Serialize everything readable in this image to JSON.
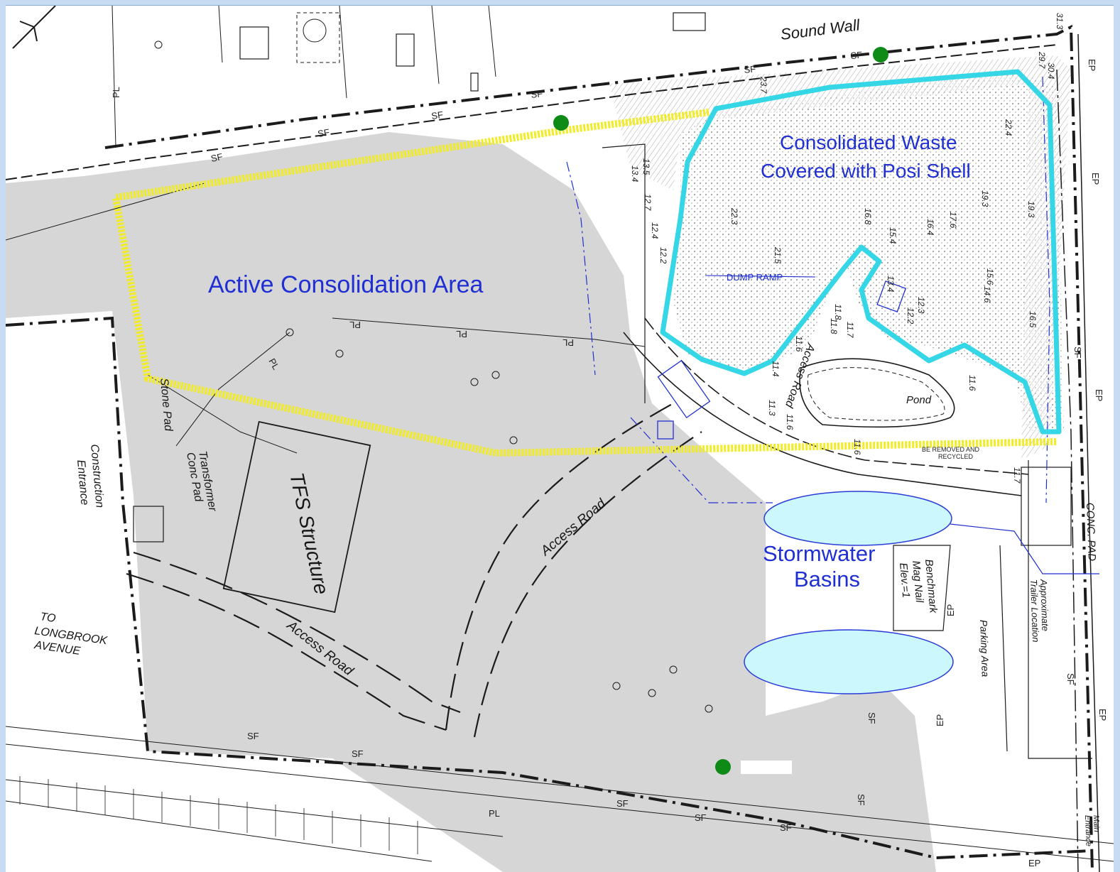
{
  "labels": {
    "sound_wall": "Sound Wall",
    "consolidated_waste_1": "Consolidated Waste",
    "consolidated_waste_2": "Covered with Posi Shell",
    "active_area": "Active Consolidation Area",
    "dump_ramp": "DUMP RAMP",
    "access_road_1": "Access Road",
    "access_road_2": "Access Road",
    "access_road_3": "Access Road",
    "tfs_structure": "TFS Structure",
    "transformer_1": "Transformer",
    "transformer_2": "Conc Pad",
    "stone_pad": "Stone Pad",
    "construction_1": "Construction",
    "construction_2": "Entrance",
    "to_longbrook_1": "TO",
    "to_longbrook_2": "LONGBROOK",
    "to_longbrook_3": "AVENUE",
    "stormwater_1": "Stormwater",
    "stormwater_2": "Basins",
    "pond": "Pond",
    "benchmark_1": "Benchmark",
    "benchmark_2": "Mag Nail",
    "benchmark_3": "Elev.=1",
    "parking_area": "Parking Area",
    "trailer_1": "Approximate",
    "trailer_2": "Trailer Location",
    "conc_pad": "CONC. PAD",
    "main_entrance_1": "Main",
    "main_entrance_2": "Entrance",
    "removed_1": "BE REMOVED AND",
    "removed_2": "RECYCLED"
  },
  "utility_codes": {
    "sf": "SF",
    "pl": "PL",
    "ep": "EP"
  },
  "spot_elevations": [
    "13.5",
    "13.4",
    "12.7",
    "12.4",
    "12.2",
    "22.3",
    "21.5",
    "16.8",
    "15.4",
    "16.4",
    "17.6",
    "19.3",
    "15.6",
    "14.6",
    "16.5",
    "13.4",
    "12.3",
    "12.2",
    "11.8",
    "11.7",
    "11.8",
    "11.6",
    "11.3",
    "11.6",
    "11.6",
    "11.7",
    "11.6",
    "11.4",
    "22.4",
    "19.3",
    "29.7",
    "31.3",
    "30.4",
    "23.7"
  ],
  "colors": {
    "active_area_fill": "#d6d6d6",
    "active_area_outline": "#f2ec27",
    "consolidated_outline": "#35d6e6",
    "basin_fill": "#ccf7fc",
    "basin_outline": "#2a3bd8",
    "marker": "#0e8a17",
    "label_text": "#1f2fd3"
  }
}
